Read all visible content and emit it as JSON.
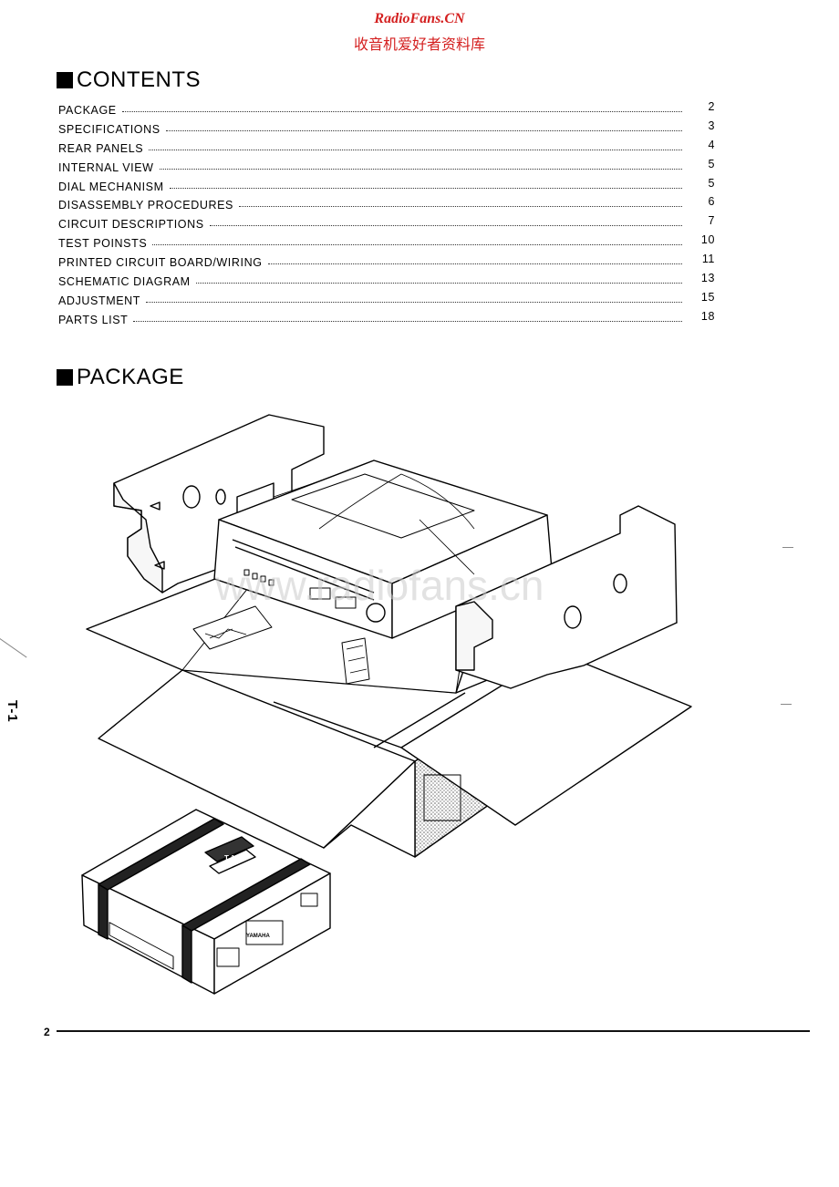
{
  "watermark": {
    "site": "RadioFans.CN",
    "tagline": "收音机爱好者资料库",
    "overlay": "www.radiofans.cn"
  },
  "contents": {
    "title": "CONTENTS",
    "items": [
      {
        "label": "PACKAGE",
        "page": "2"
      },
      {
        "label": "SPECIFICATIONS",
        "page": "3"
      },
      {
        "label": "REAR PANELS",
        "page": "4"
      },
      {
        "label": "INTERNAL VIEW",
        "page": "5"
      },
      {
        "label": "DIAL MECHANISM",
        "page": "5"
      },
      {
        "label": "DISASSEMBLY PROCEDURES",
        "page": "6"
      },
      {
        "label": "CIRCUIT DESCRIPTIONS",
        "page": "7"
      },
      {
        "label": "TEST POINSTS",
        "page": "10"
      },
      {
        "label": "PRINTED CIRCUIT BOARD/WIRING",
        "page": "11"
      },
      {
        "label": "SCHEMATIC DIAGRAM",
        "page": "13"
      },
      {
        "label": "ADJUSTMENT",
        "page": "15"
      },
      {
        "label": "PARTS LIST",
        "page": "18"
      }
    ]
  },
  "package": {
    "title": "PACKAGE",
    "box_brand": "YAMAHA",
    "box_model": "T-1"
  },
  "side_label": "T-1",
  "footer": {
    "page_number": "2"
  }
}
